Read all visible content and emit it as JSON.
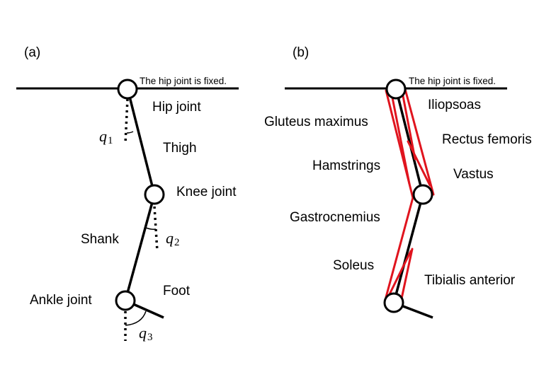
{
  "panel_a": {
    "tag": "(a)",
    "fixed_note": "The hip joint is fixed.",
    "labels": {
      "hip_joint": "Hip joint",
      "thigh": "Thigh",
      "knee_joint": "Knee joint",
      "shank": "Shank",
      "ankle_joint": "Ankle joint",
      "foot": "Foot"
    },
    "angles": {
      "q1": {
        "symbol": "q",
        "sub": "1"
      },
      "q2": {
        "symbol": "q",
        "sub": "2"
      },
      "q3": {
        "symbol": "q",
        "sub": "3"
      }
    }
  },
  "panel_b": {
    "tag": "(b)",
    "fixed_note": "The hip joint is fixed.",
    "muscles": {
      "iliopsoas": "Iliopsoas",
      "gluteus_maximus": "Gluteus maximus",
      "rectus_femoris": "Rectus femoris",
      "hamstrings": "Hamstrings",
      "vastus": "Vastus",
      "gastrocnemius": "Gastrocnemius",
      "soleus": "Soleus",
      "tibialis_anterior": "Tibialis anterior"
    }
  },
  "colors": {
    "segment": "#000000",
    "muscle": "#e0141e"
  }
}
